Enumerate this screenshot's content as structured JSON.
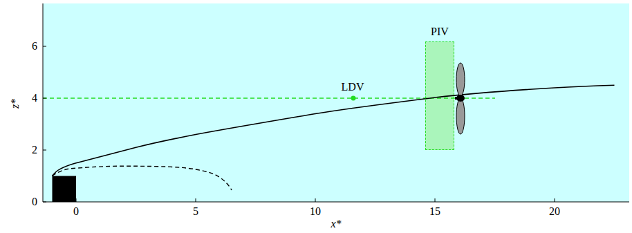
{
  "diagram": {
    "nodes": [
      {
        "text": [
          "PIV"
        ]
      }
    ],
    "edges": [],
    "labels": [
      "LDV",
      "0",
      "5",
      "10",
      "15",
      "20",
      "0",
      "2",
      "4",
      "6",
      "x*",
      "z*"
    ]
  }
}
